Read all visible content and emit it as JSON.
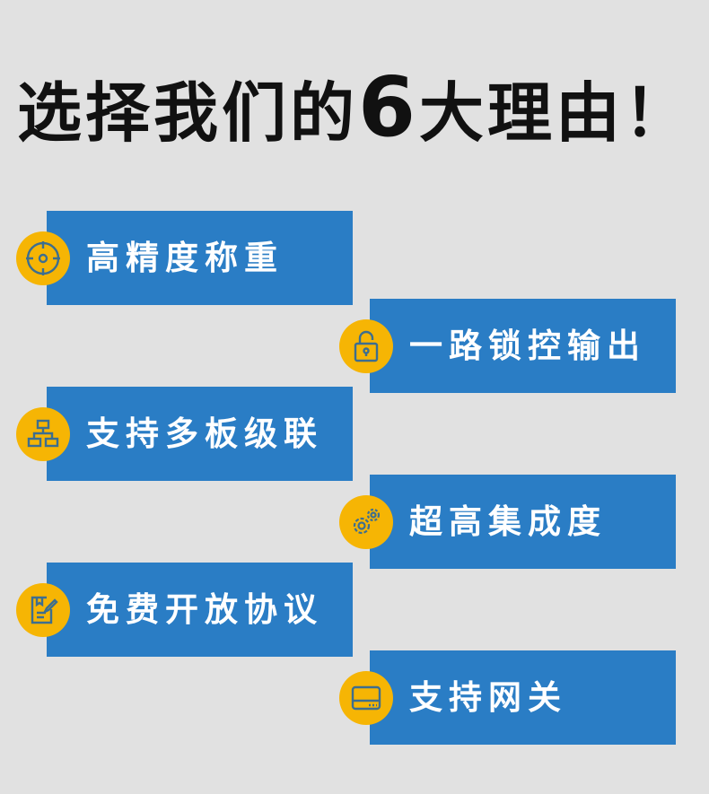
{
  "title": {
    "before": "选择我们的",
    "number": "6",
    "after": "大理由！"
  },
  "colors": {
    "box": "#2a7dc5",
    "badge": "#f6b504",
    "icon": "#3d6e8f",
    "background": "#e1e1e1"
  },
  "reasons": [
    {
      "label": "高精度称重",
      "icon": "target-icon"
    },
    {
      "label": "一路锁控输出",
      "icon": "unlock-icon"
    },
    {
      "label": "支持多板级联",
      "icon": "hierarchy-icon"
    },
    {
      "label": "超高集成度",
      "icon": "gears-icon"
    },
    {
      "label": "免费开放协议",
      "icon": "document-edit-icon"
    },
    {
      "label": "支持网关",
      "icon": "gateway-icon"
    }
  ]
}
